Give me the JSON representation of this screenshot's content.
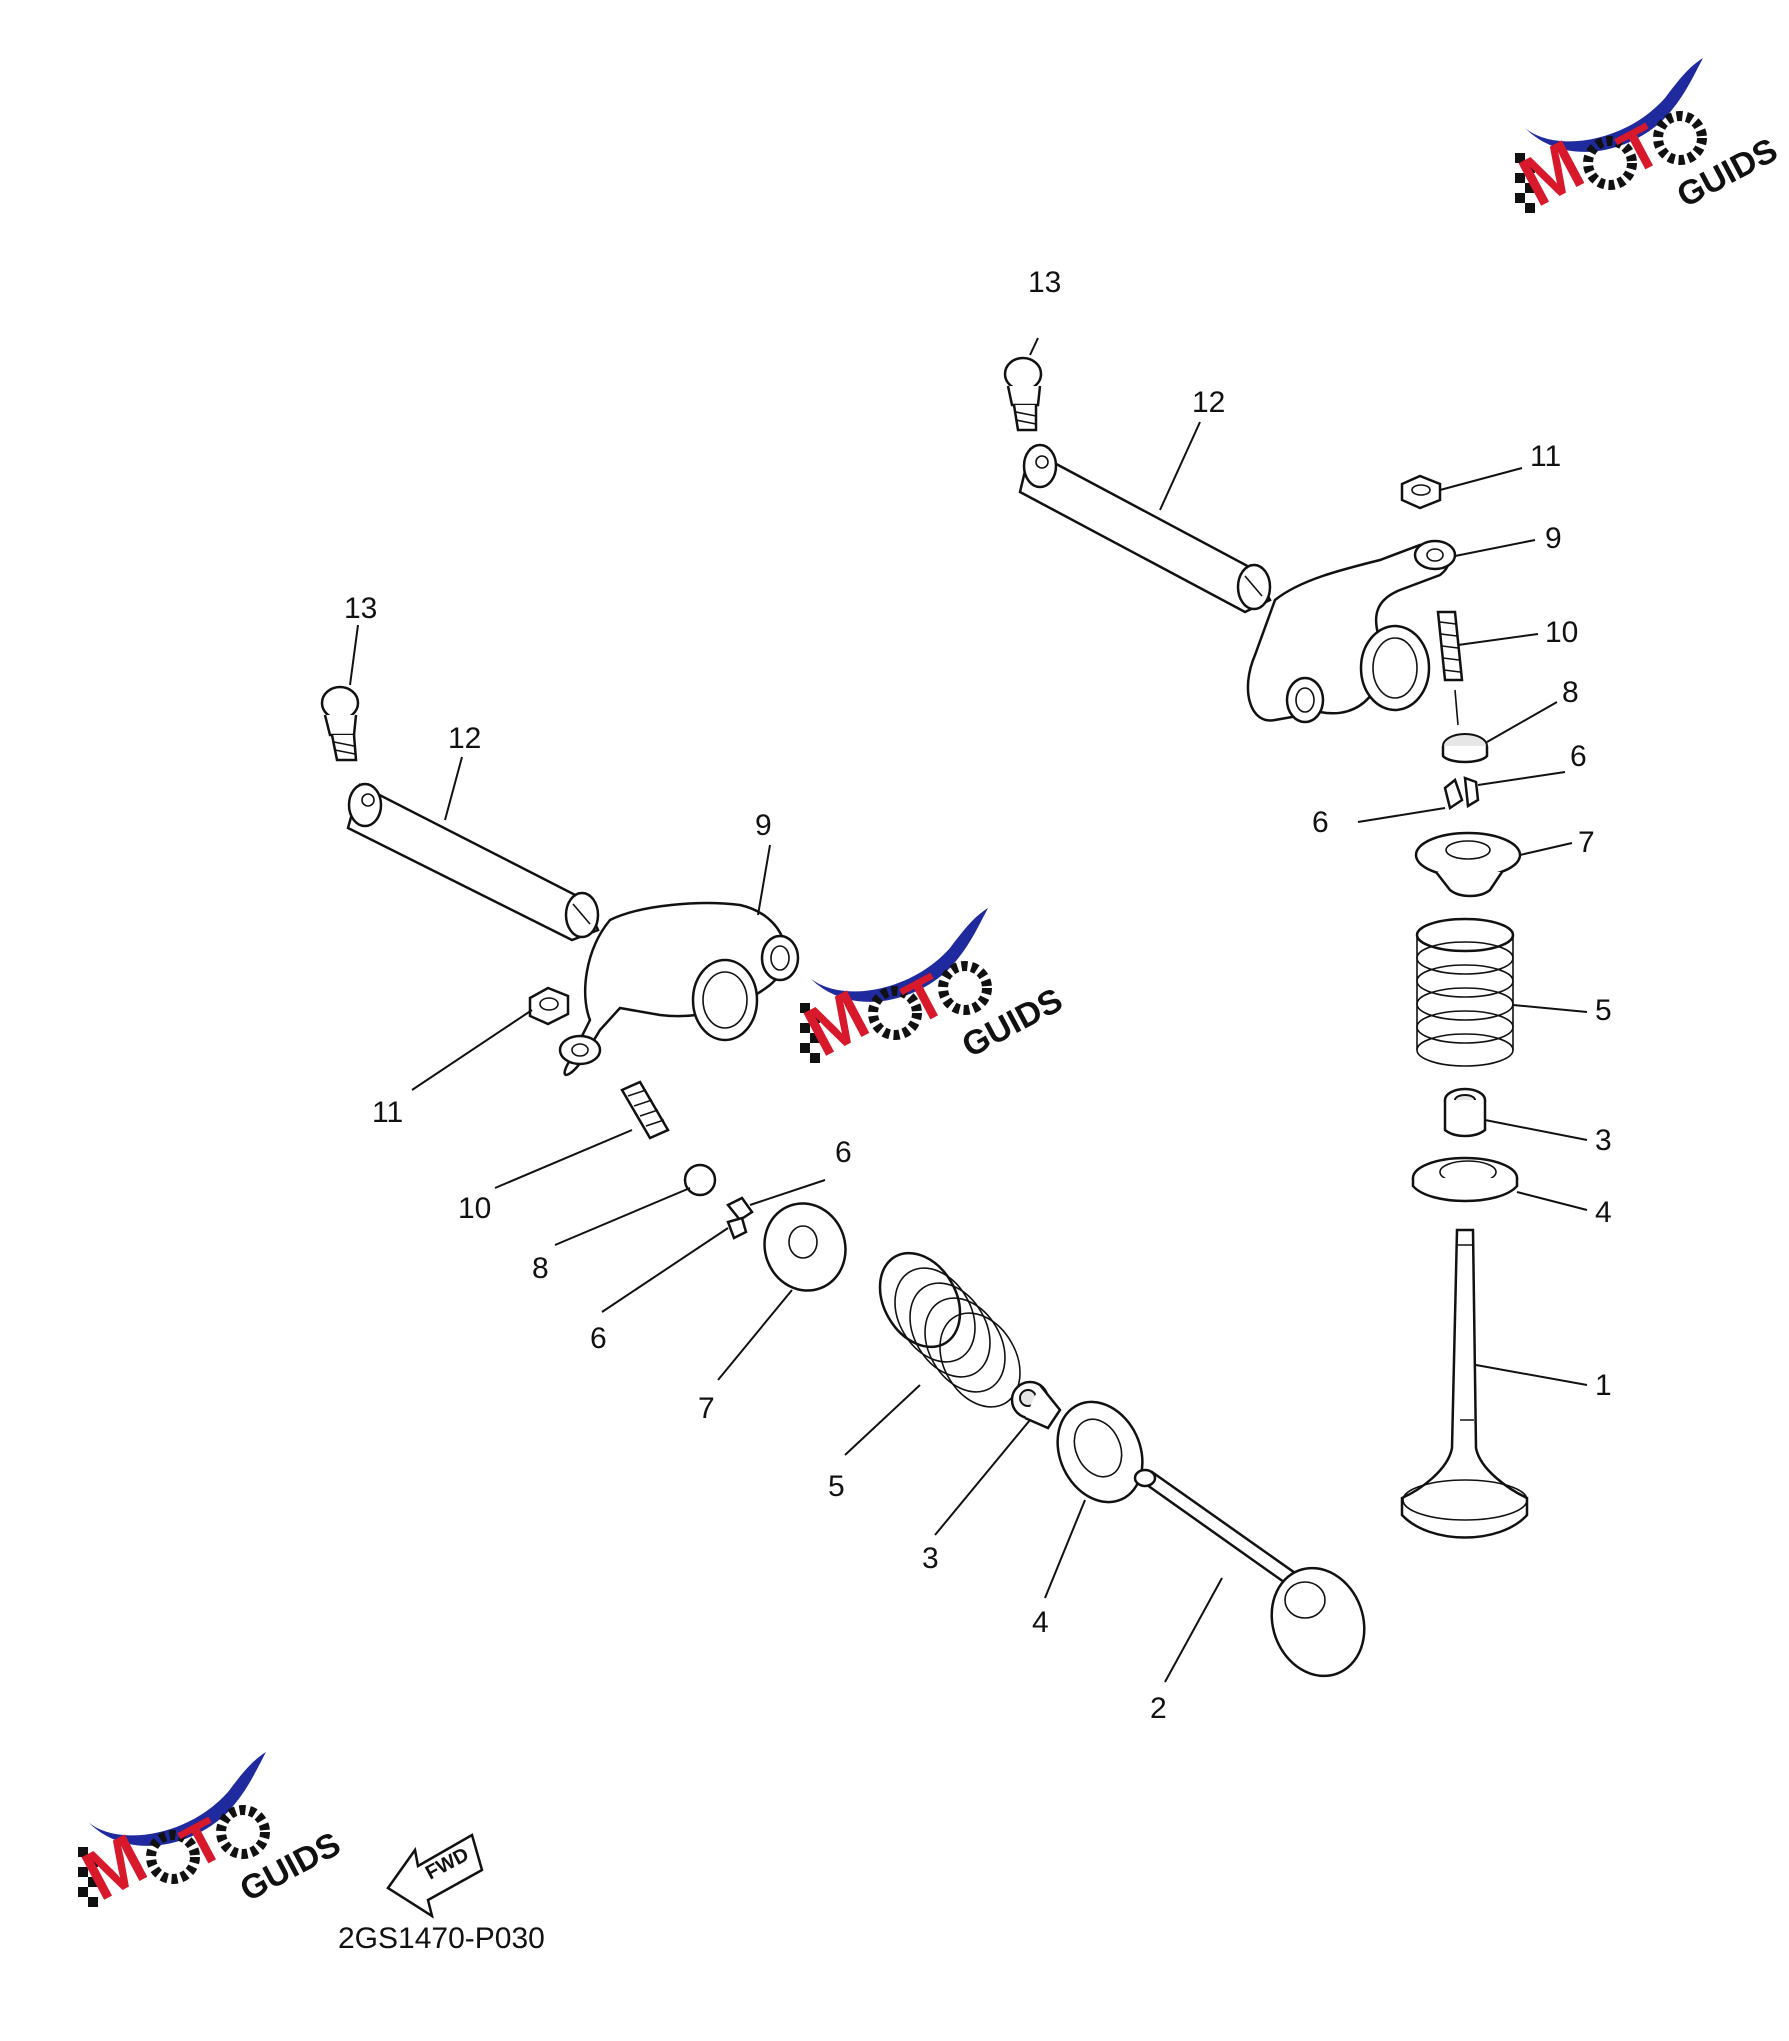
{
  "diagram": {
    "drawing_code": "2GS1470-P030",
    "forward_label": "FWD",
    "watermark": "MOTO GUIDS",
    "callouts": {
      "r1": "1",
      "r3": "3",
      "r4": "4",
      "r5": "5",
      "r6a": "6",
      "r6b": "6",
      "r7": "7",
      "r8": "8",
      "r9": "9",
      "r10": "10",
      "r11": "11",
      "r12": "12",
      "r13": "13",
      "l2": "2",
      "l3": "3",
      "l4": "4",
      "l5": "5",
      "l6a": "6",
      "l6b": "6",
      "l7": "7",
      "l8": "8",
      "l9": "9",
      "l10": "10",
      "l11": "11",
      "l12": "12",
      "l13": "13"
    }
  },
  "colors": {
    "line": "#111111",
    "logo_blue": "#1f2a9e",
    "logo_red": "#d8192b",
    "logo_black": "#111111"
  }
}
